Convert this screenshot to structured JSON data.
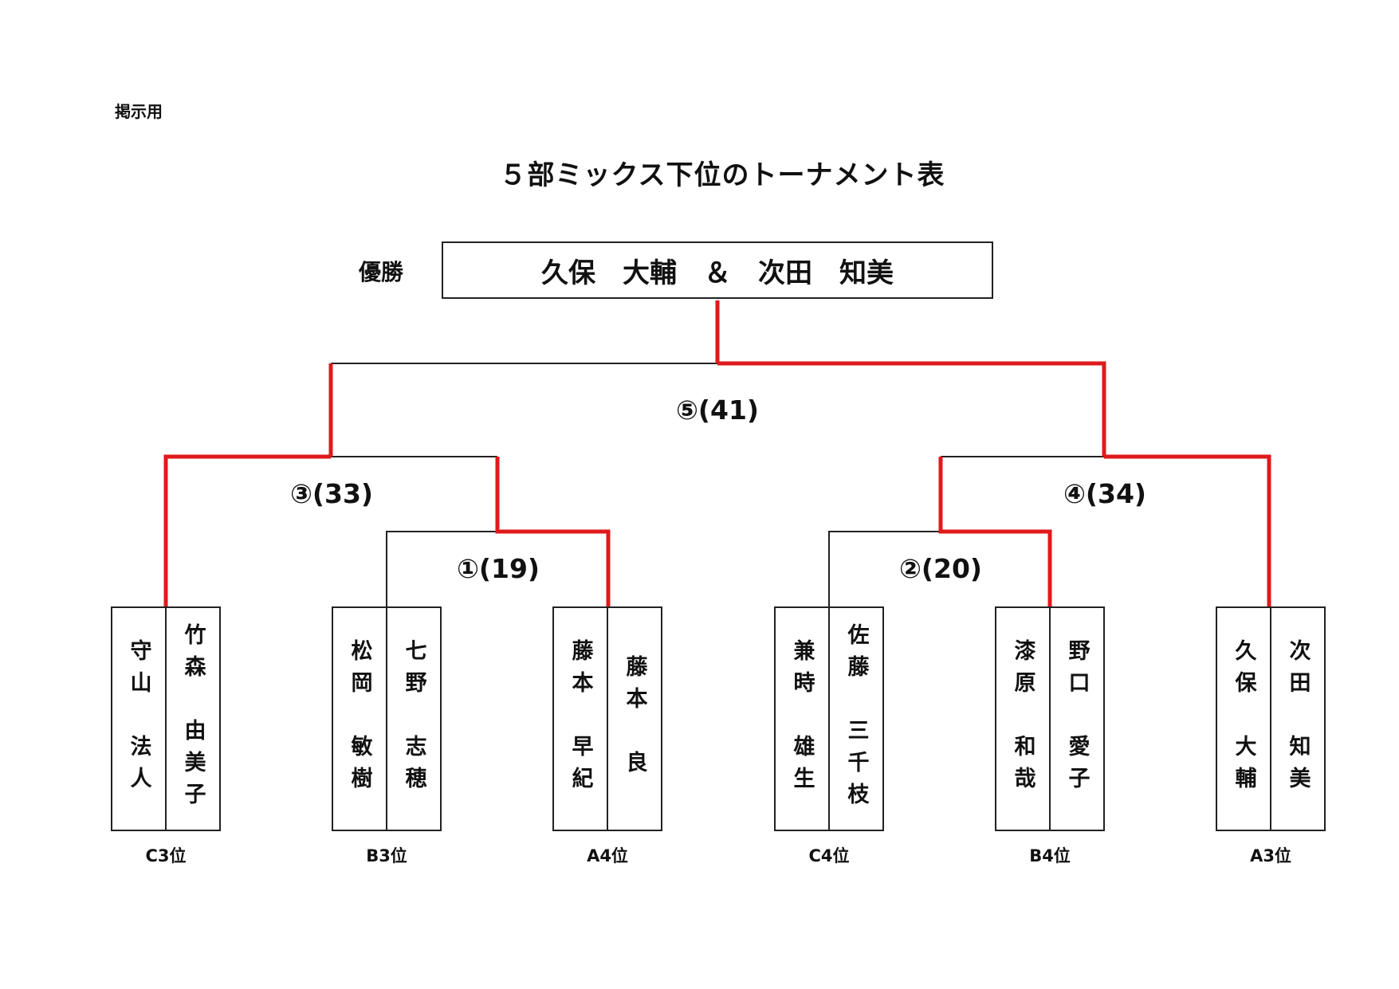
{
  "header": {
    "note": "掲示用",
    "title": "５部ミックス下位のトーナメント表"
  },
  "champion": {
    "label": "優勝",
    "names": "久保　大輔　＆　次田　知美"
  },
  "matches": [
    {
      "id": "m1",
      "label": "①(19)"
    },
    {
      "id": "m2",
      "label": "②(20)"
    },
    {
      "id": "m3",
      "label": "③(33)"
    },
    {
      "id": "m4",
      "label": "④(34)"
    },
    {
      "id": "m5",
      "label": "⑤(41)"
    }
  ],
  "teams": [
    {
      "seed": "C3位",
      "player1": "守山　法人",
      "player2": "竹森　由美子"
    },
    {
      "seed": "B3位",
      "player1": "松岡　敏樹",
      "player2": "七野　志穂"
    },
    {
      "seed": "A4位",
      "player1": "藤本　早紀",
      "player2": "藤本　良"
    },
    {
      "seed": "C4位",
      "player1": "兼時　雄生",
      "player2": "佐藤　三千枝"
    },
    {
      "seed": "B4位",
      "player1": "漆原　和哉",
      "player2": "野口　愛子"
    },
    {
      "seed": "A3位",
      "player1": "久保　大輔",
      "player2": "次田　知美"
    }
  ],
  "colors": {
    "winner_line": "#e0191b",
    "loser_line": "#222222"
  }
}
